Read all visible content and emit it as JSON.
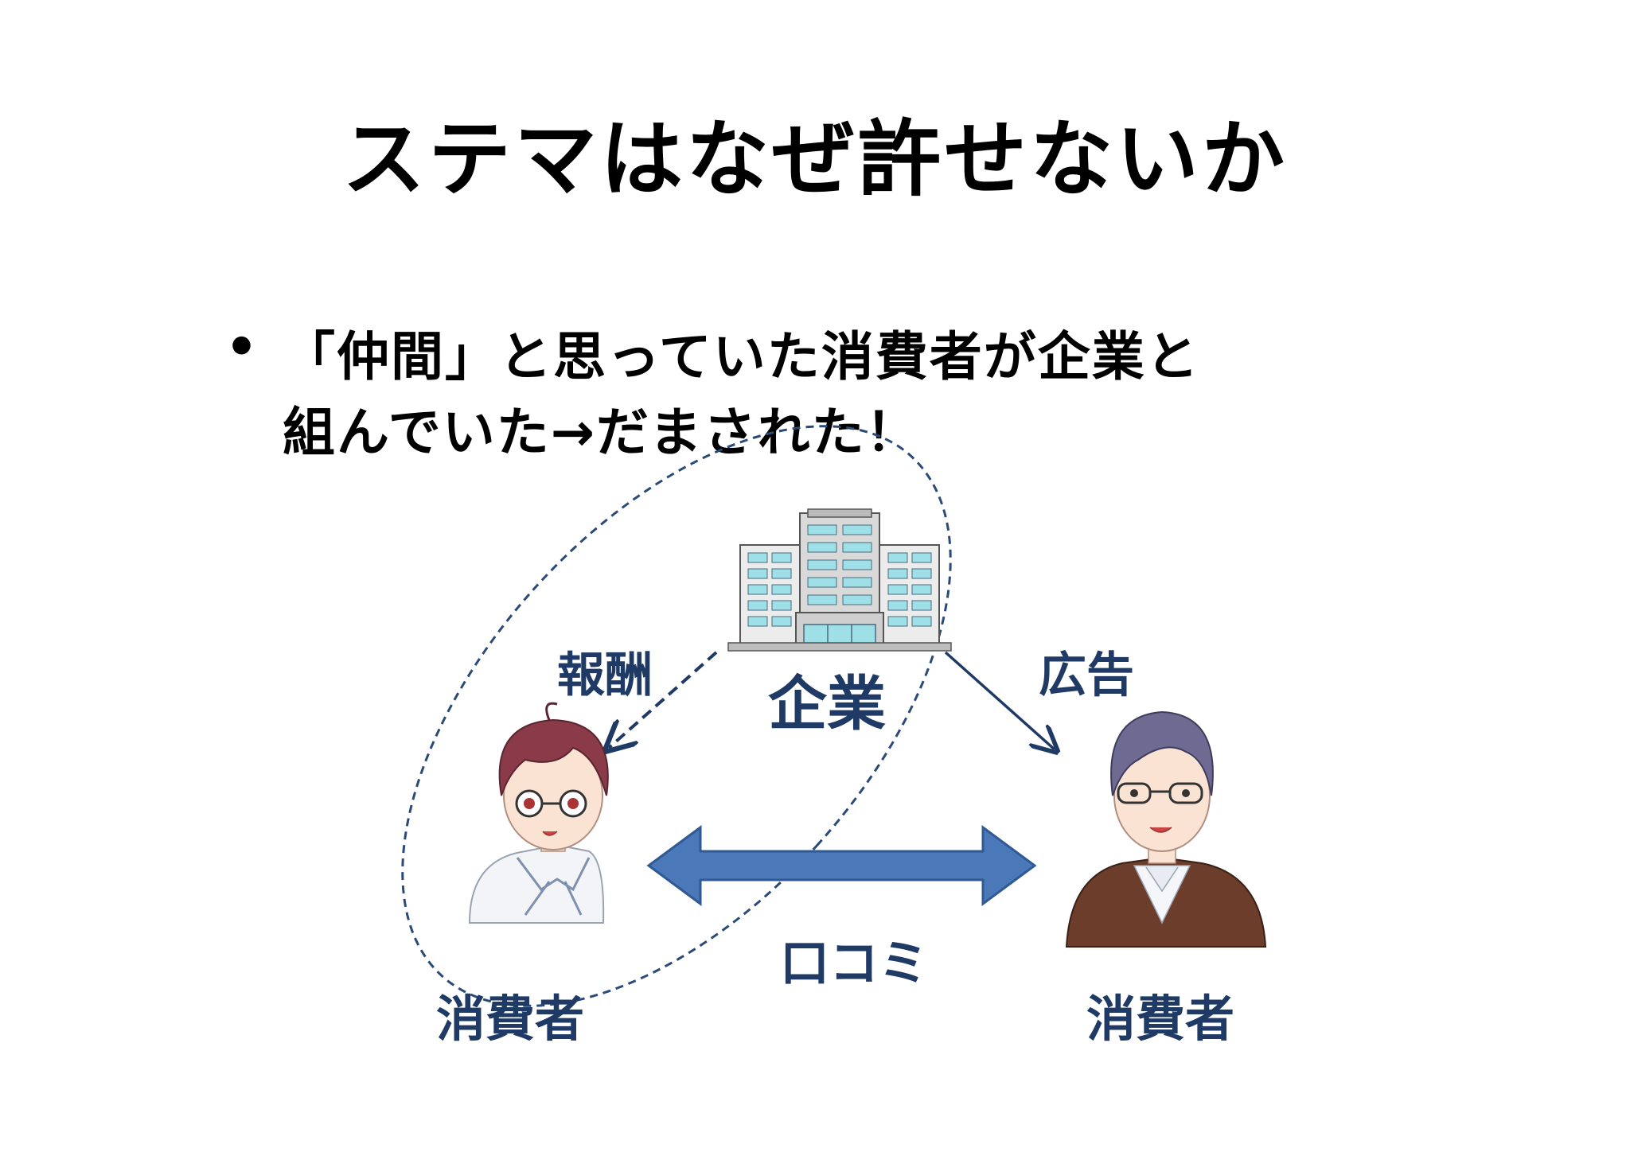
{
  "title": "ステマはなぜ許せないか",
  "bullet": {
    "line1": "「仲間」と思っていた消費者が企業と",
    "line2": "組んでいた→だまされた！"
  },
  "diagram": {
    "company": "企業",
    "reward": "報酬",
    "ad": "広告",
    "word_of_mouth": "口コミ",
    "consumer_left": "消費者",
    "consumer_right": "消費者"
  },
  "colors": {
    "label": "#1f3a64",
    "arrow_fill": "#4a78b8",
    "arrow_stroke": "#2f5a93"
  }
}
